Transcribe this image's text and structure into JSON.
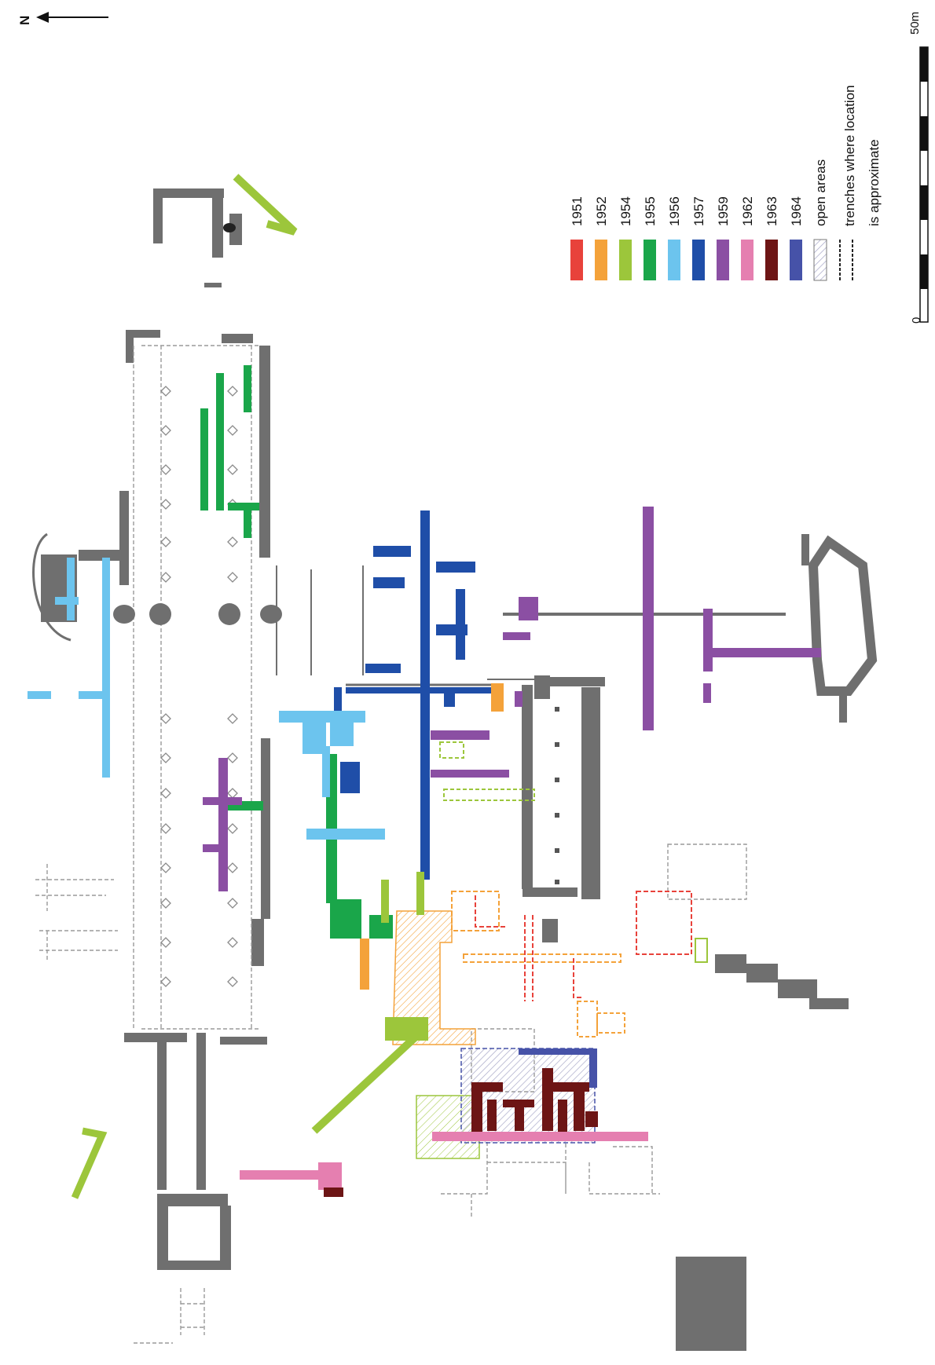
{
  "north": {
    "letter": "N"
  },
  "scale": {
    "start_label": "0",
    "end_label": "50m"
  },
  "legend": [
    {
      "label": "1951",
      "color": "#e8423b",
      "style": "solid"
    },
    {
      "label": "1952",
      "color": "#f4a23a",
      "style": "solid"
    },
    {
      "label": "1954",
      "color": "#9cc63b",
      "style": "solid"
    },
    {
      "label": "1955",
      "color": "#1aa64a",
      "style": "solid"
    },
    {
      "label": "1956",
      "color": "#6cc4ee",
      "style": "solid"
    },
    {
      "label": "1957",
      "color": "#1f4ea8",
      "style": "solid"
    },
    {
      "label": "1959",
      "color": "#8b4fa3",
      "style": "solid"
    },
    {
      "label": "1962",
      "color": "#e57fb0",
      "style": "solid"
    },
    {
      "label": "1963",
      "color": "#6d1515",
      "style": "solid"
    },
    {
      "label": "1964",
      "color": "#4652a8",
      "style": "solid"
    },
    {
      "label": "open areas",
      "color": "#b0b0b0",
      "style": "hatch"
    },
    {
      "label": "trenches where location\nis approximate",
      "color": "#222222",
      "style": "dashed"
    }
  ]
}
